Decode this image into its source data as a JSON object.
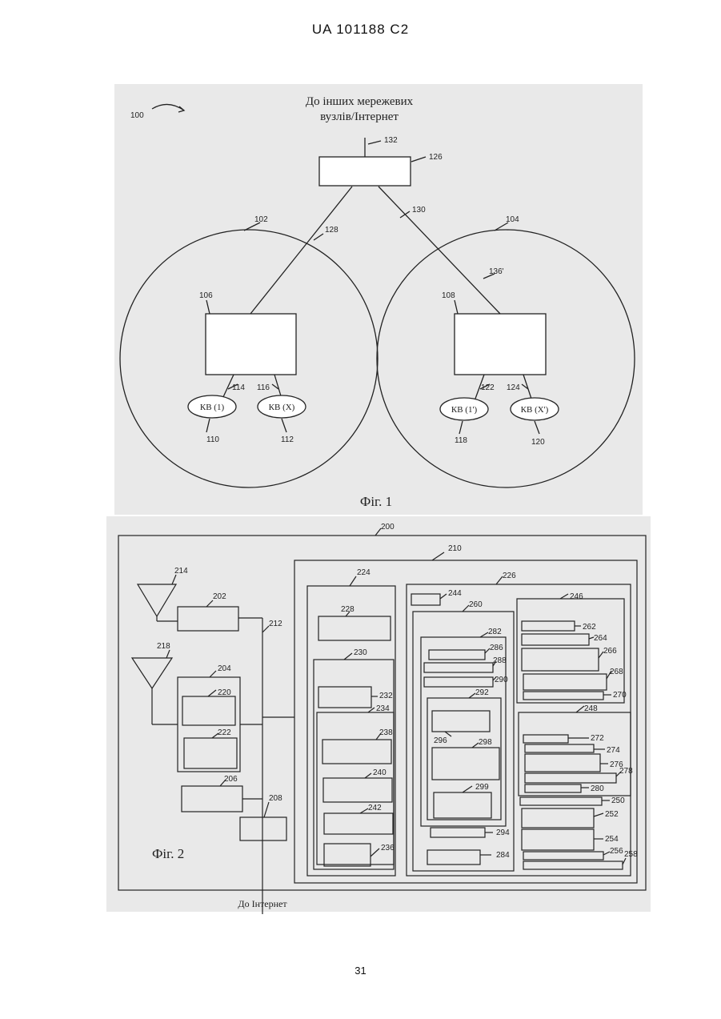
{
  "header": "UA   101188   C2",
  "page_number": "31",
  "fig1": {
    "caption": "Фіг. 1",
    "top_text_line1": "До інших мережевих",
    "top_text_line2": "вузлів/Інтернет",
    "ref_100": "100",
    "ref_132": "132",
    "ref_126": "126",
    "ref_102": "102",
    "ref_128": "128",
    "ref_130": "130",
    "ref_104": "104",
    "ref_136": "136'",
    "ref_106": "106",
    "ref_108": "108",
    "ref_114": "114",
    "ref_116": "116",
    "ref_122": "122",
    "ref_124": "124",
    "kv1": "КВ (1)",
    "kvx": "КВ (X)",
    "kv1p": "КВ (1')",
    "kvxp": "КВ (X')",
    "ref_110": "110",
    "ref_112": "112",
    "ref_118": "118",
    "ref_120": "120"
  },
  "fig2": {
    "caption": "Фіг. 2",
    "bottom_text": "До Інтернет",
    "refs": {
      "r200": "200",
      "r210": "210",
      "r214": "214",
      "r202": "202",
      "r212": "212",
      "r218": "218",
      "r204": "204",
      "r220": "220",
      "r222": "222",
      "r206": "206",
      "r208": "208",
      "r224": "224",
      "r228": "228",
      "r230": "230",
      "r232": "232",
      "r234": "234",
      "r238": "238",
      "r240": "240",
      "r242": "242",
      "r236": "236",
      "r226": "226",
      "r244": "244",
      "r260": "260",
      "r282": "282",
      "r286": "286",
      "r288": "288",
      "r290": "290",
      "r292": "292",
      "r296": "296",
      "r298": "298",
      "r299": "299",
      "r294": "294",
      "r284": "284",
      "r246": "246",
      "r262": "262",
      "r264": "264",
      "r266": "266",
      "r268": "268",
      "r270": "270",
      "r248": "248",
      "r272": "272",
      "r274": "274",
      "r276": "276",
      "r278": "278",
      "r280": "280",
      "r250": "250",
      "r252": "252",
      "r254": "254",
      "r256": "256",
      "r258": "258"
    }
  }
}
